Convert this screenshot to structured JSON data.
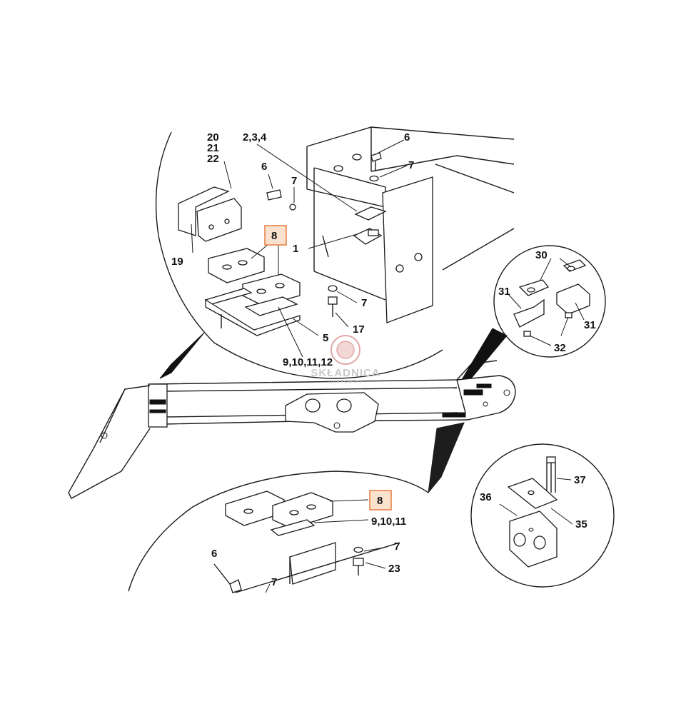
{
  "diagram": {
    "labels": {
      "l_20": "20",
      "l_21": "21",
      "l_22": "22",
      "l_234": "2,3,4",
      "l_6a": "6",
      "l_7a": "7",
      "l_6b": "6",
      "l_7b": "7",
      "l_8a": "8",
      "l_1": "1",
      "l_19": "19",
      "l_7c": "7",
      "l_17": "17",
      "l_5": "5",
      "l_9101112": "9,10,11,12",
      "l_30": "30",
      "l_31a": "31",
      "l_31b": "31",
      "l_32": "32",
      "l_8b": "8",
      "l_91011": "9,10,11",
      "l_7d": "7",
      "l_6c": "6",
      "l_23": "23",
      "l_7e": "7",
      "l_37": "37",
      "l_36": "36",
      "l_35": "35"
    },
    "highlight_color": "#e8844a",
    "highlight_fill": "#fbe2cf"
  },
  "watermark": {
    "brand": "SKŁADNICA",
    "sub": "DĄBROWSKI"
  }
}
